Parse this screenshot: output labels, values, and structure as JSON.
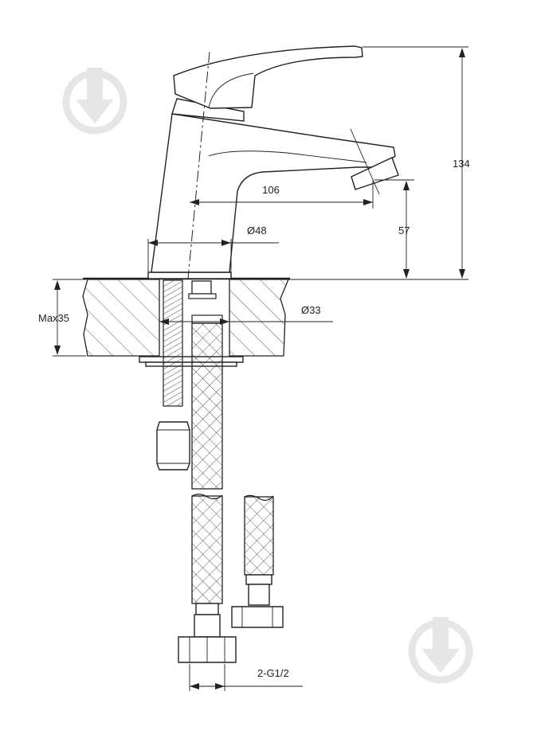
{
  "dimensions": {
    "height_total": "134",
    "spout_reach": "106",
    "base_diameter": "Ø48",
    "spout_height": "57",
    "max_thickness": "Max35",
    "hole_diameter": "Ø33",
    "connection_thread": "2-G1/2"
  },
  "colors": {
    "line": "#222222",
    "watermark": "#e6e6e6"
  },
  "icons": {
    "watermark": "drop-logo-icon"
  }
}
